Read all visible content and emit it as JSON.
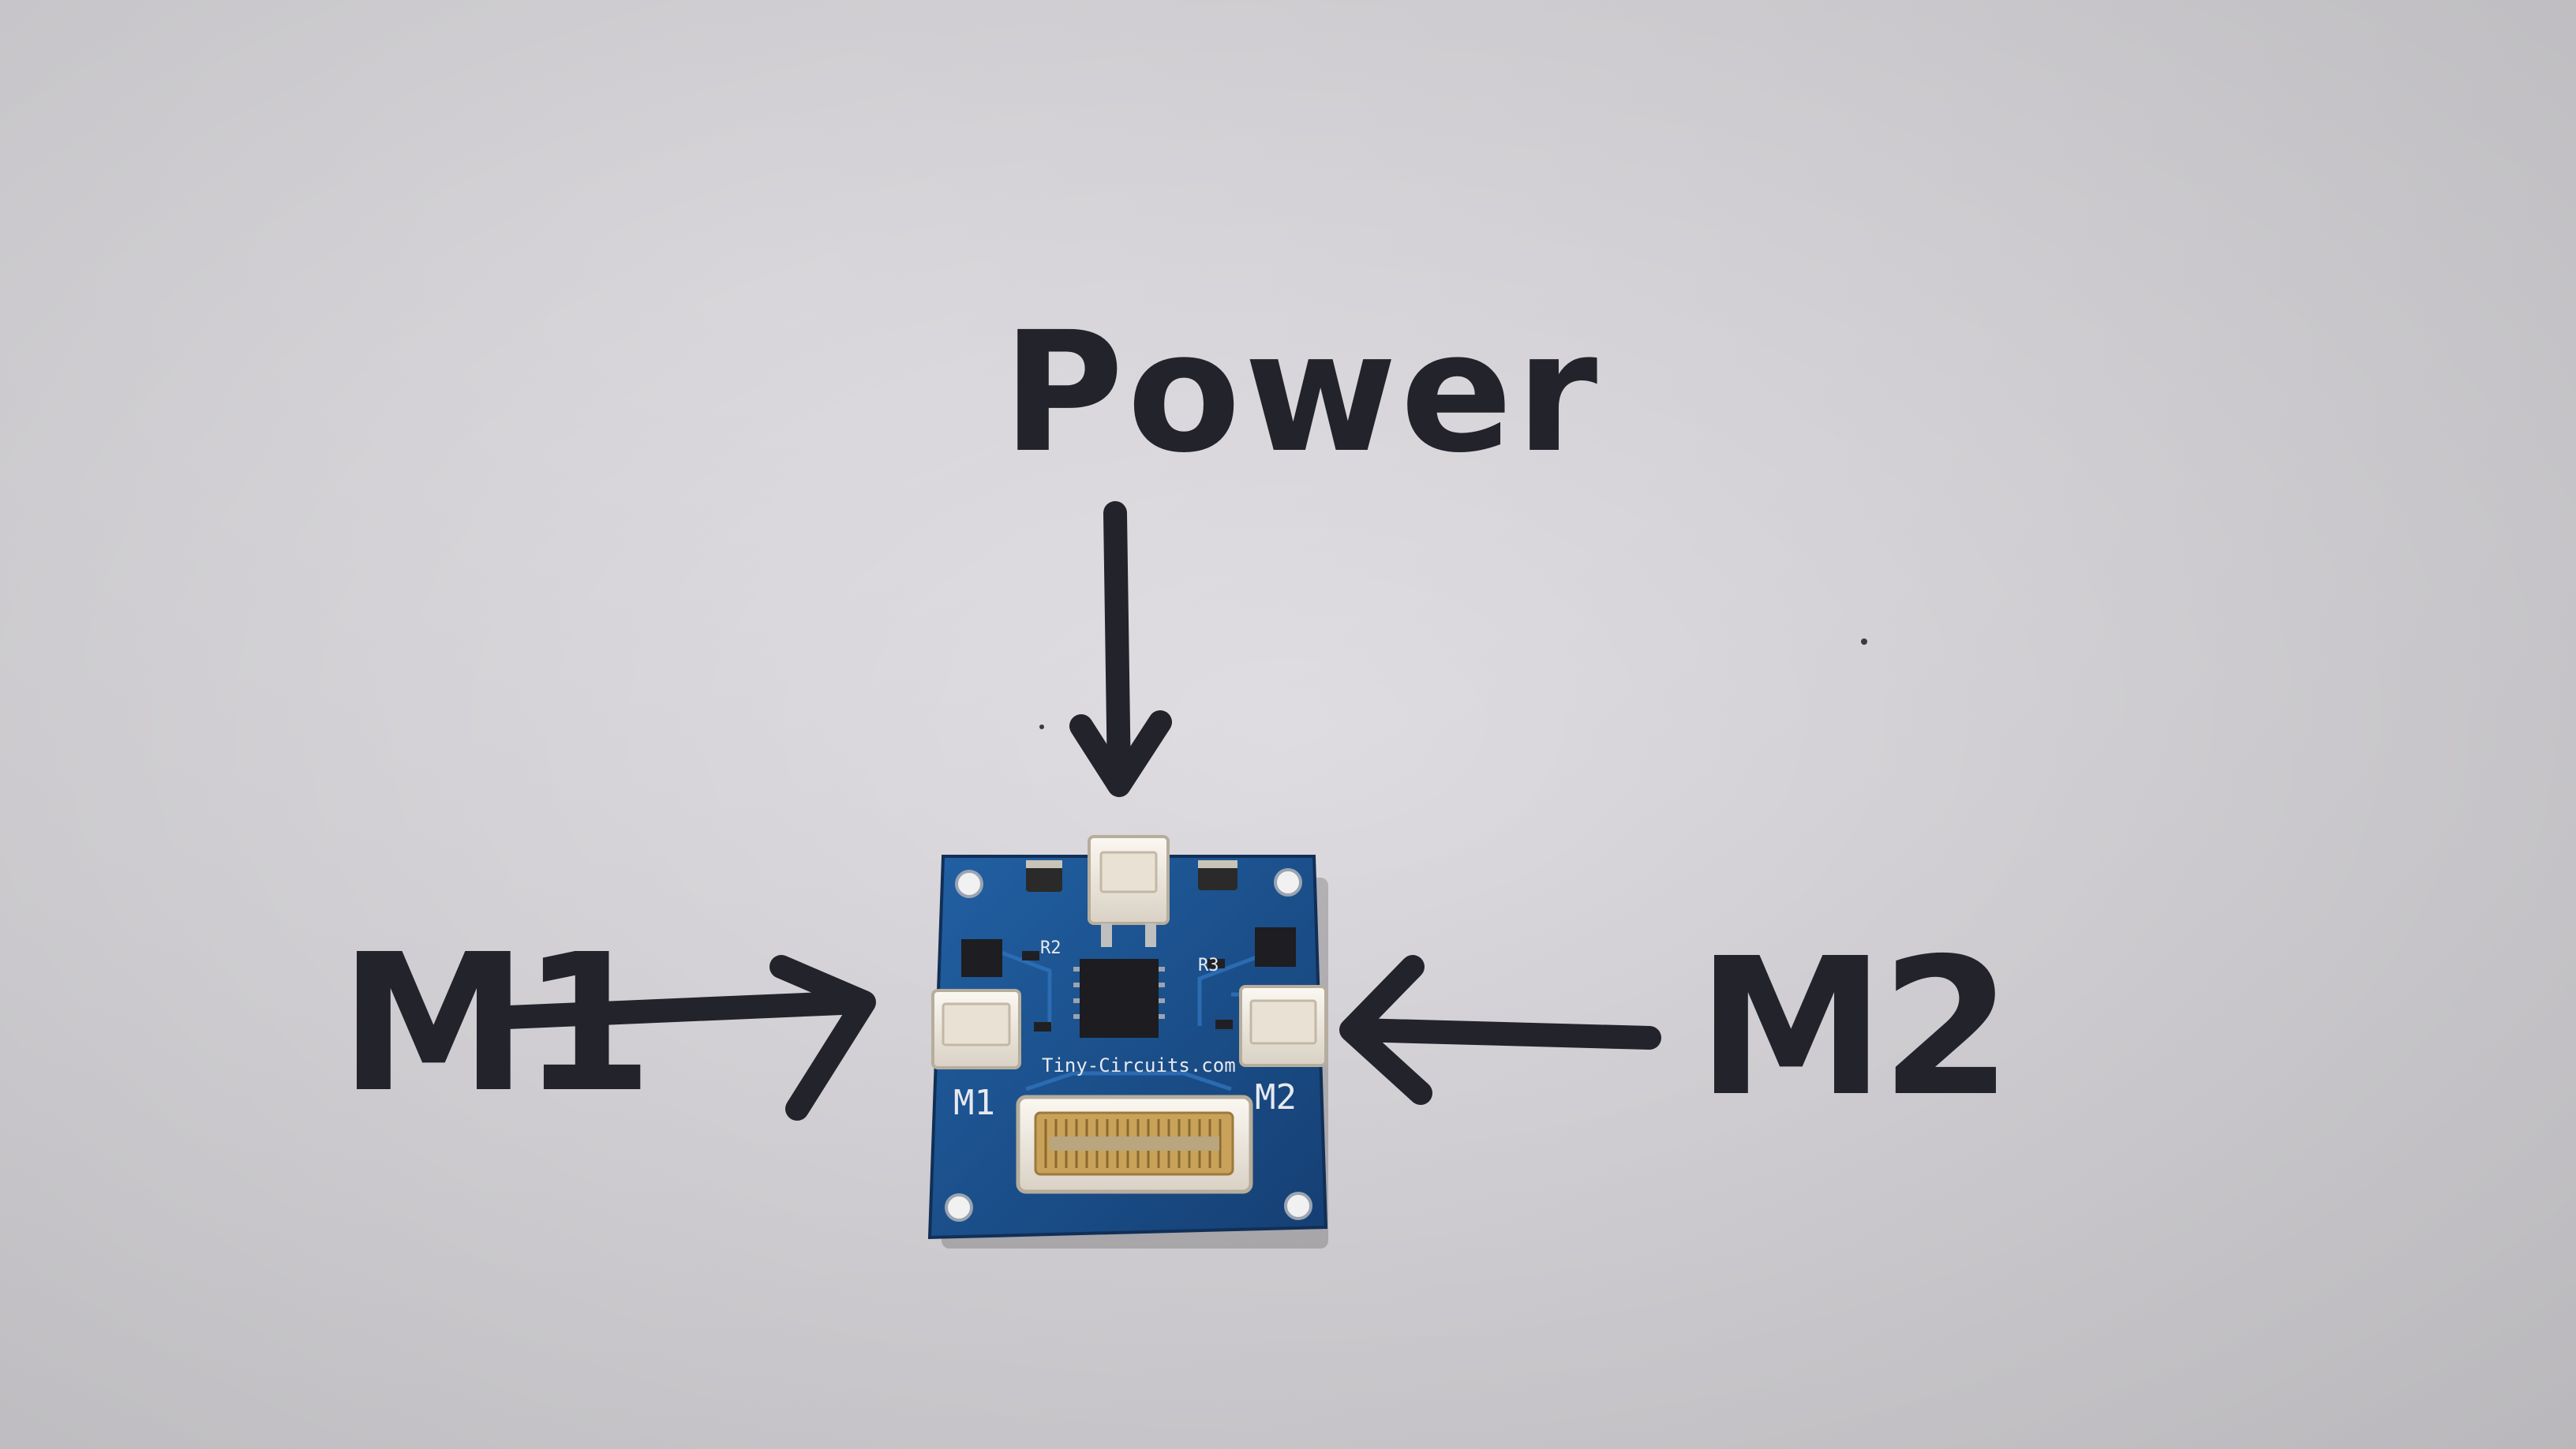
{
  "annotations": {
    "top_label": "Power",
    "left_label": "M1",
    "right_label": "M2"
  },
  "board": {
    "silkscreen_left": "M1",
    "silkscreen_right": "M2",
    "silkscreen_url": "Tiny-Circuits.com",
    "silkscreen_r2": "R2",
    "silkscreen_r3": "R3"
  },
  "colors": {
    "paper": "#dcdade",
    "ink": "#23232b",
    "pcb_blue": "#1d4f8c",
    "connector_white": "#f1ece4",
    "connector_gold": "#c9a25a"
  }
}
